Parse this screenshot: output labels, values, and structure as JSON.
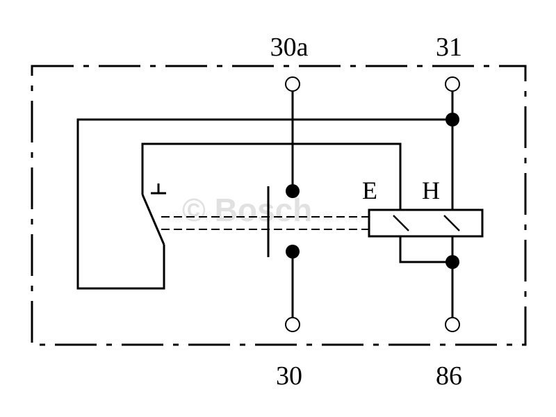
{
  "terminals": {
    "top_left": "30a",
    "top_right": "31",
    "bottom_left": "30",
    "bottom_right": "86"
  },
  "coil": {
    "left": "E",
    "right": "H"
  },
  "watermark": "© Bosch"
}
